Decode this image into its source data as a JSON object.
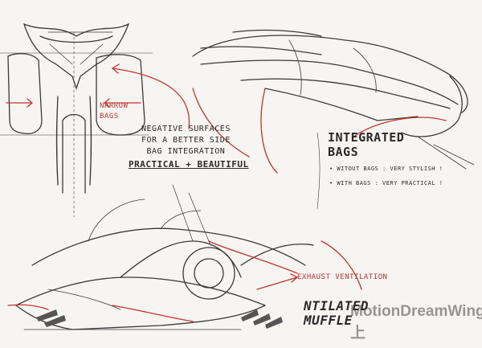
{
  "annotations": {
    "narrow_bags_1": "NARROW",
    "narrow_bags_2": "BAGS",
    "negative_1": "NEGATIVE SURFACES",
    "negative_2": "FOR A BETTER SIDE",
    "negative_3": "BAG INTEGRATION",
    "practical_beautiful": "PRACTICAL + BEAUTIFUL",
    "integrated_1": "INTEGRATED",
    "integrated_2": "BAGS",
    "without_bags": "• WITOUT BAGS : VERY STYLISH !",
    "with_bags": "• WITH BAGS : VERY PRACTICAL !",
    "exhaust_ventilation": "EXHAUST VENTILATION",
    "ventilated_1": "NTILATED",
    "ventilated_2": "MUFFLE"
  },
  "watermark": {
    "text": "MotionDreamWing上",
    "icon": "wechat-icon"
  },
  "colors": {
    "paper": "#f6f5f2",
    "pencil": "#3a3a3a",
    "red_pencil": "#c8322d"
  }
}
